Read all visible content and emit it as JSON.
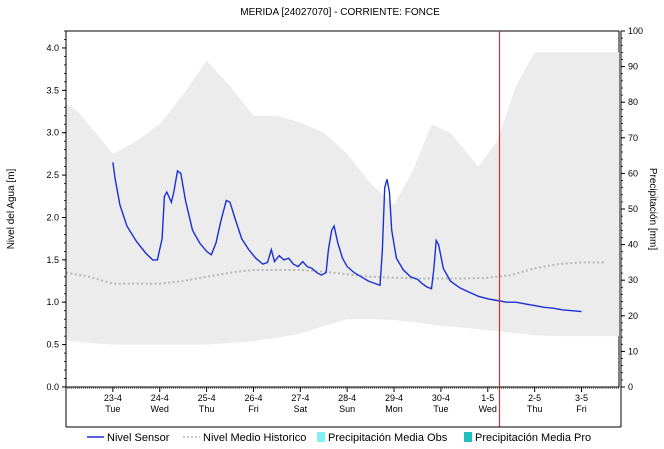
{
  "chart_data": {
    "type": "line",
    "title": "MERIDA     [24027070] - CORRIENTE: FONCE",
    "ylabel": "Nivel del Agua [m]",
    "y2label": "Precipitación [mm]",
    "ylim": [
      0,
      4.2
    ],
    "y2lim": [
      0,
      100
    ],
    "yticks": [
      "0.0",
      "0.5",
      "1.0",
      "1.5",
      "2.0",
      "2.5",
      "3.0",
      "3.5",
      "4.0"
    ],
    "y2ticks": [
      "0",
      "10",
      "20",
      "30",
      "40",
      "50",
      "60",
      "70",
      "80",
      "90",
      "100"
    ],
    "xlim": [
      0,
      11.8
    ],
    "xticks": [
      {
        "x": 1,
        "date": "23-4",
        "day": "Tue"
      },
      {
        "x": 2,
        "date": "24-4",
        "day": "Wed"
      },
      {
        "x": 3,
        "date": "25-4",
        "day": "Thu"
      },
      {
        "x": 4,
        "date": "26-4",
        "day": "Fri"
      },
      {
        "x": 5,
        "date": "27-4",
        "day": "Sat"
      },
      {
        "x": 6,
        "date": "28-4",
        "day": "Sun"
      },
      {
        "x": 7,
        "date": "29-4",
        "day": "Mon"
      },
      {
        "x": 8,
        "date": "30-4",
        "day": "Tue"
      },
      {
        "x": 9,
        "date": "1-5",
        "day": "Wed"
      },
      {
        "x": 10,
        "date": "2-5",
        "day": "Thu"
      },
      {
        "x": 11,
        "date": "3-5",
        "day": "Fri"
      }
    ],
    "current_time_x": 9.25,
    "band": {
      "upper": [
        [
          0,
          3.35
        ],
        [
          0.25,
          3.25
        ],
        [
          1,
          2.75
        ],
        [
          1.5,
          2.9
        ],
        [
          2,
          3.1
        ],
        [
          2.5,
          3.45
        ],
        [
          3,
          3.85
        ],
        [
          3.5,
          3.55
        ],
        [
          4,
          3.2
        ],
        [
          4.5,
          3.2
        ],
        [
          5,
          3.12
        ],
        [
          5.5,
          3.0
        ],
        [
          6,
          2.75
        ],
        [
          6.5,
          2.4
        ],
        [
          7,
          2.15
        ],
        [
          7.4,
          2.55
        ],
        [
          7.8,
          3.1
        ],
        [
          8.2,
          3.0
        ],
        [
          8.8,
          2.6
        ],
        [
          9.2,
          2.9
        ],
        [
          9.6,
          3.55
        ],
        [
          10,
          3.95
        ],
        [
          10.5,
          3.95
        ],
        [
          11,
          3.95
        ],
        [
          11.5,
          3.95
        ],
        [
          11.8,
          3.95
        ]
      ],
      "lower": [
        [
          0,
          0.55
        ],
        [
          0.5,
          0.52
        ],
        [
          1,
          0.5
        ],
        [
          1.5,
          0.5
        ],
        [
          2,
          0.5
        ],
        [
          2.5,
          0.5
        ],
        [
          3,
          0.5
        ],
        [
          3.5,
          0.52
        ],
        [
          4,
          0.54
        ],
        [
          4.5,
          0.58
        ],
        [
          5,
          0.63
        ],
        [
          5.5,
          0.72
        ],
        [
          6,
          0.8
        ],
        [
          6.5,
          0.8
        ],
        [
          7,
          0.79
        ],
        [
          7.5,
          0.76
        ],
        [
          8,
          0.72
        ],
        [
          8.5,
          0.7
        ],
        [
          9,
          0.67
        ],
        [
          9.5,
          0.64
        ],
        [
          10,
          0.61
        ],
        [
          10.5,
          0.6
        ],
        [
          11,
          0.6
        ],
        [
          11.5,
          0.6
        ],
        [
          11.8,
          0.6
        ]
      ]
    },
    "series": [
      {
        "name": "Nivel Sensor",
        "color": "#1a2fd6",
        "style": "solid",
        "points": [
          [
            1,
            2.65
          ],
          [
            1.05,
            2.45
          ],
          [
            1.15,
            2.15
          ],
          [
            1.3,
            1.9
          ],
          [
            1.5,
            1.72
          ],
          [
            1.7,
            1.58
          ],
          [
            1.85,
            1.5
          ],
          [
            1.95,
            1.5
          ],
          [
            2.05,
            1.75
          ],
          [
            2.1,
            2.25
          ],
          [
            2.15,
            2.3
          ],
          [
            2.25,
            2.18
          ],
          [
            2.3,
            2.3
          ],
          [
            2.38,
            2.55
          ],
          [
            2.45,
            2.52
          ],
          [
            2.55,
            2.2
          ],
          [
            2.7,
            1.85
          ],
          [
            2.85,
            1.7
          ],
          [
            3,
            1.6
          ],
          [
            3.1,
            1.56
          ],
          [
            3.2,
            1.7
          ],
          [
            3.3,
            1.95
          ],
          [
            3.42,
            2.2
          ],
          [
            3.5,
            2.18
          ],
          [
            3.6,
            2.0
          ],
          [
            3.75,
            1.75
          ],
          [
            3.9,
            1.62
          ],
          [
            4.05,
            1.52
          ],
          [
            4.2,
            1.45
          ],
          [
            4.3,
            1.47
          ],
          [
            4.38,
            1.62
          ],
          [
            4.45,
            1.48
          ],
          [
            4.55,
            1.55
          ],
          [
            4.65,
            1.5
          ],
          [
            4.75,
            1.52
          ],
          [
            4.85,
            1.45
          ],
          [
            4.95,
            1.42
          ],
          [
            5.05,
            1.48
          ],
          [
            5.15,
            1.42
          ],
          [
            5.25,
            1.4
          ],
          [
            5.35,
            1.35
          ],
          [
            5.45,
            1.32
          ],
          [
            5.55,
            1.35
          ],
          [
            5.6,
            1.62
          ],
          [
            5.67,
            1.85
          ],
          [
            5.72,
            1.9
          ],
          [
            5.8,
            1.7
          ],
          [
            5.9,
            1.52
          ],
          [
            6,
            1.42
          ],
          [
            6.15,
            1.35
          ],
          [
            6.3,
            1.3
          ],
          [
            6.45,
            1.25
          ],
          [
            6.6,
            1.22
          ],
          [
            6.7,
            1.2
          ],
          [
            6.75,
            1.6
          ],
          [
            6.8,
            2.35
          ],
          [
            6.85,
            2.45
          ],
          [
            6.9,
            2.3
          ],
          [
            6.95,
            1.85
          ],
          [
            7.05,
            1.52
          ],
          [
            7.2,
            1.38
          ],
          [
            7.35,
            1.3
          ],
          [
            7.5,
            1.27
          ],
          [
            7.6,
            1.22
          ],
          [
            7.7,
            1.18
          ],
          [
            7.8,
            1.16
          ],
          [
            7.85,
            1.4
          ],
          [
            7.9,
            1.73
          ],
          [
            7.95,
            1.68
          ],
          [
            8.05,
            1.4
          ],
          [
            8.2,
            1.25
          ],
          [
            8.4,
            1.17
          ],
          [
            8.6,
            1.12
          ],
          [
            8.8,
            1.07
          ],
          [
            9.0,
            1.04
          ],
          [
            9.2,
            1.02
          ],
          [
            9.4,
            1.0
          ],
          [
            9.6,
            1.0
          ],
          [
            9.8,
            0.98
          ],
          [
            10.0,
            0.96
          ],
          [
            10.2,
            0.94
          ],
          [
            10.4,
            0.93
          ],
          [
            10.6,
            0.91
          ],
          [
            10.8,
            0.9
          ],
          [
            11.0,
            0.89
          ]
        ]
      },
      {
        "name": "Nivel Medio Historico",
        "color": "#b8b8b8",
        "style": "dotted",
        "points": [
          [
            0,
            1.35
          ],
          [
            0.5,
            1.3
          ],
          [
            1,
            1.22
          ],
          [
            1.5,
            1.22
          ],
          [
            2,
            1.22
          ],
          [
            2.5,
            1.25
          ],
          [
            3,
            1.3
          ],
          [
            3.5,
            1.35
          ],
          [
            4,
            1.38
          ],
          [
            4.5,
            1.38
          ],
          [
            5,
            1.38
          ],
          [
            5.5,
            1.36
          ],
          [
            6,
            1.33
          ],
          [
            6.5,
            1.3
          ],
          [
            7,
            1.29
          ],
          [
            7.5,
            1.28
          ],
          [
            8,
            1.28
          ],
          [
            8.5,
            1.28
          ],
          [
            9,
            1.29
          ],
          [
            9.5,
            1.32
          ],
          [
            10,
            1.4
          ],
          [
            10.5,
            1.45
          ],
          [
            11,
            1.47
          ],
          [
            11.5,
            1.47
          ],
          [
            12,
            1.46
          ],
          [
            12.5,
            1.44
          ],
          [
            13,
            1.42
          ]
        ]
      },
      {
        "name": "Precipitación Media Obs",
        "color": "#80f0f0",
        "style": "bar",
        "points": []
      },
      {
        "name": "Precipitación Media Pro",
        "color": "#20c0c0",
        "style": "bar",
        "points": []
      }
    ]
  }
}
